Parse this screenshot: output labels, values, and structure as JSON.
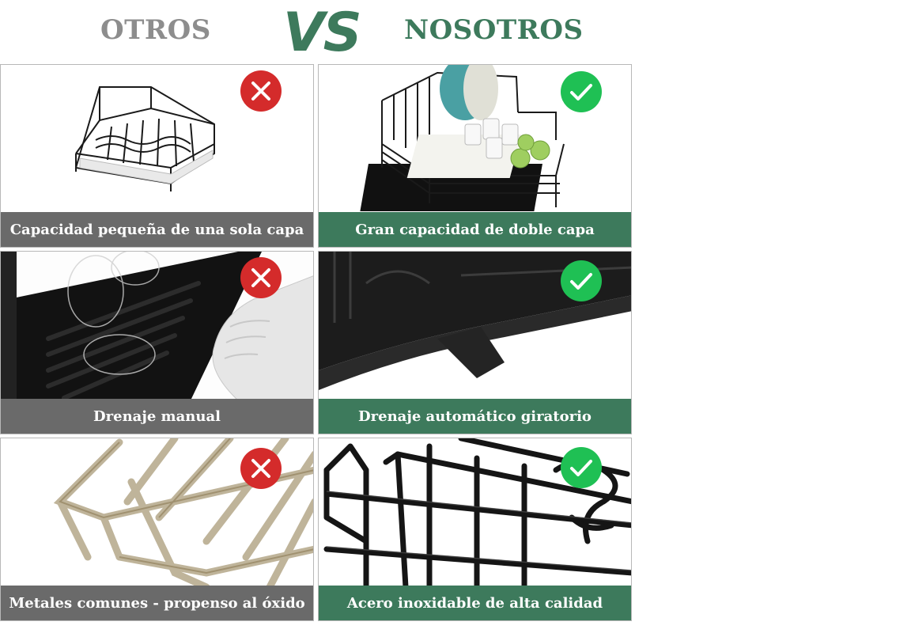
{
  "header": {
    "others": "OTROS",
    "vs": "VS",
    "ours": "NOSOTROS"
  },
  "colors": {
    "brand_green": "#3d7a5c",
    "gray_caption": "#6a6a6a",
    "bad_red": "#d42b2b",
    "good_green": "#1fc054"
  },
  "rows": [
    {
      "others": {
        "caption": "Capacidad pequeña de una sola capa",
        "icon": "x-icon"
      },
      "ours": {
        "caption": "Gran capacidad de doble capa",
        "icon": "check-icon"
      }
    },
    {
      "others": {
        "caption": "Drenaje manual",
        "icon": "x-icon"
      },
      "ours": {
        "caption": "Drenaje automático giratorio",
        "icon": "check-icon"
      }
    },
    {
      "others": {
        "caption": "Metales comunes - propenso al óxido",
        "icon": "x-icon"
      },
      "ours": {
        "caption": "Acero inoxidable de alta calidad",
        "icon": "check-icon"
      }
    }
  ]
}
